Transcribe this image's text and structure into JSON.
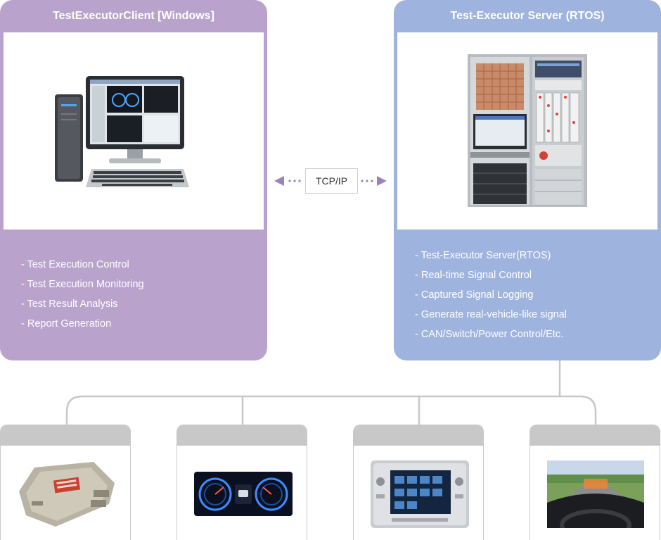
{
  "client": {
    "title": "TestExecutorClient [Windows]",
    "features": [
      "- Test Execution Control",
      "- Test Execution Monitoring",
      "- Test Result Analysis",
      "- Report Generation"
    ],
    "color": "#b9a3cd"
  },
  "server": {
    "title": "Test-Executor Server (RTOS)",
    "features": [
      "- Test-Executor Server(RTOS)",
      "- Real-time Signal Control",
      "- Captured Signal Logging",
      "- Generate real-vehicle-like signal",
      "- CAN/Switch/Power Control/Etc."
    ],
    "color": "#9eb3dd"
  },
  "connection": {
    "label": "TCP/IP",
    "arrow_color": "#9b82bd"
  },
  "devices": [
    {
      "icon": "ecu-icon"
    },
    {
      "icon": "instrument-cluster-icon"
    },
    {
      "icon": "head-unit-icon"
    },
    {
      "icon": "head-up-display-icon"
    }
  ],
  "colors": {
    "device_header": "#c8c8c8",
    "connector_line": "#c8c8c8"
  }
}
